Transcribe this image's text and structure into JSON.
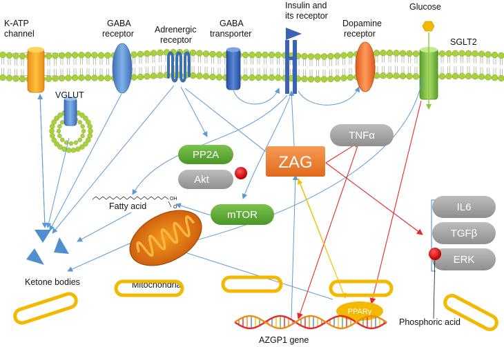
{
  "labels": {
    "katp": [
      "K-ATP",
      "channel"
    ],
    "gaba_receptor": [
      "GABA",
      "receptor"
    ],
    "adrenergic": [
      "Adrenergic",
      "receptor"
    ],
    "gaba_transporter": [
      "GABA",
      "transporter"
    ],
    "insulin": [
      "Insulin and",
      "its receptor"
    ],
    "dopamine": [
      "Dopamine",
      "receptor"
    ],
    "glucose": "Glucose",
    "sglt2": "SGLT2",
    "vglut": "VGLUT",
    "fatty_acid": "Fatty acid",
    "ketone": "Ketone bodies",
    "mitochondria": "Mitochondria",
    "azgp1": "AZGP1 gene",
    "phosphoric": "Phosphoric acid",
    "oh": "OH",
    "o": "O"
  },
  "nodes": {
    "zag": "ZAG",
    "tnfa": "TNFα",
    "pp2a": "PP2A",
    "akt": "Akt",
    "mtor": "mTOR",
    "il6": "IL6",
    "tgfb": "TGFβ",
    "erk": "ERK",
    "ppar": "PPARγ"
  },
  "colors": {
    "membrane_head": "#a8d23a",
    "arrow_blue": "#5b9bd5",
    "arrow_red": "#e8262b",
    "arrow_yellow": "#f2c200",
    "zag_orange": "#ed7d31",
    "green_node": "#5cad3c",
    "gray_node": "#a6a6a6",
    "ring_yellow": "#f5b800"
  }
}
